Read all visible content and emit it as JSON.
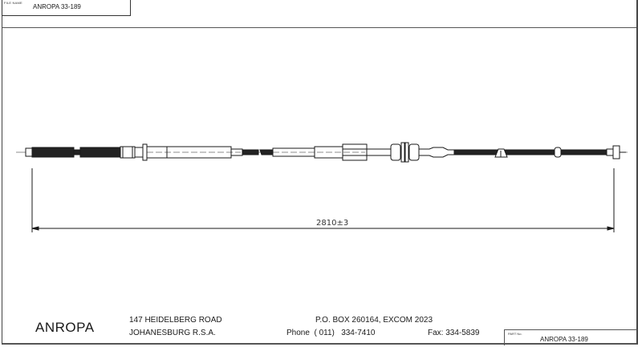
{
  "title_block": {
    "file_name_label": "FILE NAME",
    "file_name_value": "ANROPA 33-189",
    "part_no_label": "PART No.",
    "part_no_value": "ANROPA 33-189"
  },
  "company": {
    "name": "ANROPA",
    "address_line1": "147 HEIDELBERG ROAD",
    "address_line2": "JOHANESBURG R.S.A.",
    "po_box": "P.O. BOX 260164, EXCOM 2023",
    "phone": "Phone  ( 011)   334-7410",
    "fax": "Fax: 334-5839"
  },
  "drawing": {
    "subject": "cable assembly",
    "overall_length_dimension": "2810±3",
    "units": "mm",
    "line_color": "#1a1a1a"
  }
}
